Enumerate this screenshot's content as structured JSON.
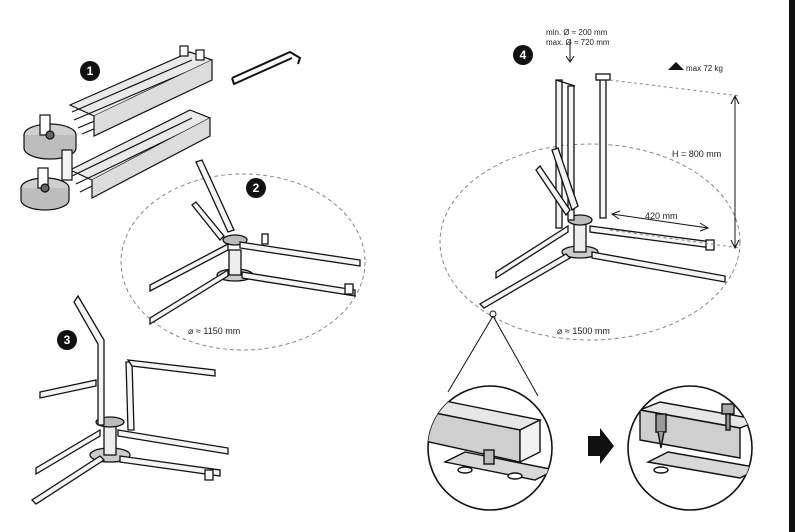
{
  "steps": [
    "1",
    "2",
    "3",
    "4"
  ],
  "labels": {
    "diameter_step2": "⌀ ≈ 1150 mm",
    "diameter_step4": "⌀ ≈ 1500 mm",
    "min_diameter": "min. Ø ≈ 200 mm",
    "max_diameter": "max. Ø ≈ 720 mm",
    "max_load": "max 72 kg",
    "height": "H = 800 mm",
    "arm_length": "420 mm"
  }
}
